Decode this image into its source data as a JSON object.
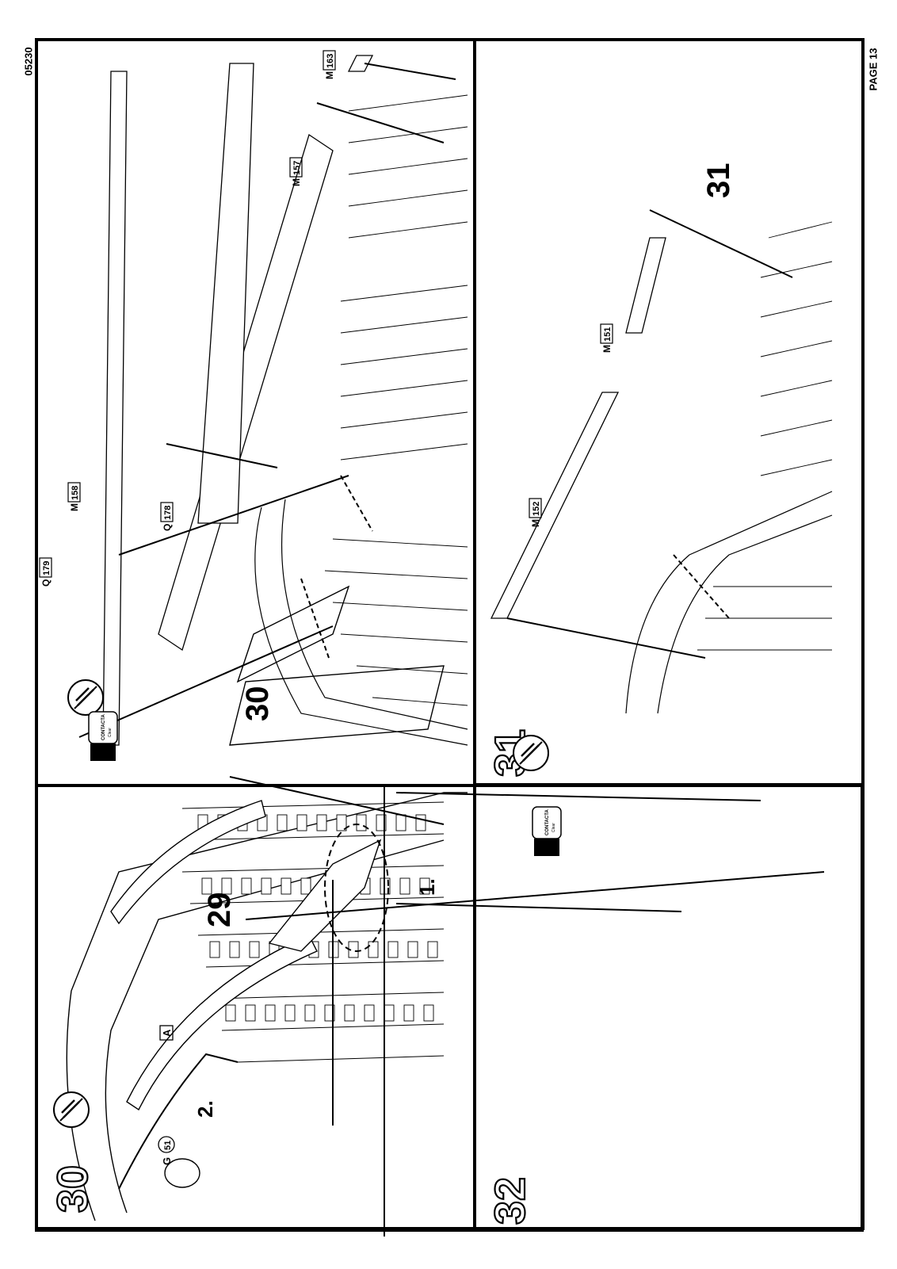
{
  "document": {
    "catalog_number": "05230",
    "page_label": "PAGE 13"
  },
  "steps": [
    {
      "number": "30",
      "callouts": {
        "sub_step_1": "1.",
        "sub_step_2": "2.",
        "part_g": "G",
        "part_g_num": "51",
        "decal_a": "A",
        "ref_assembly": "29"
      },
      "icons": [
        "glue-brush-icon"
      ]
    },
    {
      "number": "31",
      "callouts": {
        "part_q179": "Q",
        "part_q179_num": "179",
        "part_m158": "M",
        "part_m158_num": "158",
        "part_q178": "Q",
        "part_q178_num": "178",
        "part_m157": "M",
        "part_m157_num": "157",
        "part_m163": "M",
        "part_m163_num": "163",
        "ref_assembly": "30"
      },
      "glue_label": "CONTACTA",
      "glue_sub": "Clear",
      "icons": [
        "glue-brush-icon",
        "glue-bottle-icon"
      ]
    },
    {
      "number": "32",
      "callouts": {
        "part_m152": "M",
        "part_m152_num": "152",
        "part_m151": "M",
        "part_m151_num": "151",
        "ref_assembly": "31"
      },
      "glue_label": "CONTACTA",
      "glue_sub": "Clear",
      "icons": [
        "glue-brush-icon",
        "glue-bottle-icon"
      ]
    }
  ]
}
